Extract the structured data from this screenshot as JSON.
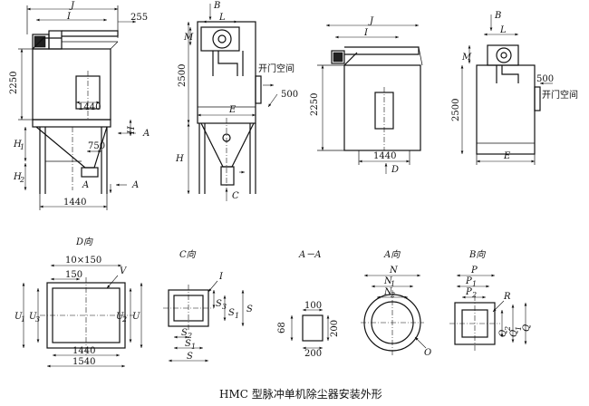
{
  "caption": "HMC 型脉冲单机除尘器安装外形",
  "door_space": "开门空间",
  "view1": {
    "J": "J",
    "I": "I",
    "d255": "255",
    "d2250": "2250",
    "d1440a": "1440",
    "H1": "H",
    "H1s": "1",
    "H2": "H",
    "H2s": "2",
    "H3": "H",
    "H3s": "3",
    "d750": "750",
    "d1440b": "1440",
    "A": "A",
    "A2": "A",
    "A3": "A"
  },
  "view2": {
    "B": "B",
    "L": "L",
    "M": "M",
    "d2500": "2500",
    "d500": "500",
    "E": "E",
    "H": "H",
    "C": "C"
  },
  "view3": {
    "J": "J",
    "I": "I",
    "d2250": "2250",
    "d1440": "1440",
    "D": "D"
  },
  "view4": {
    "B": "B",
    "L": "L",
    "M": "M",
    "d2500": "2500",
    "d500": "500",
    "E": "E"
  },
  "detailD": {
    "title": "D向",
    "d10x150": "10×150",
    "d150": "150",
    "V": "V",
    "U1": "U",
    "U1s": "1",
    "U3": "U",
    "U3s": "3",
    "U2": "U",
    "U2s": "2",
    "U": "U",
    "d1440": "1440",
    "d1540": "1540"
  },
  "detailC": {
    "title": "C向",
    "I": "I",
    "S3": "S",
    "S3s": "3",
    "S1v": "S",
    "S1vs": "1",
    "S": "S",
    "S2": "S",
    "S2s": "2",
    "S1": "S",
    "S1s": "1",
    "Sb": "S"
  },
  "detailAA": {
    "title": "A－A",
    "d100": "100",
    "d68": "68",
    "d200v": "200",
    "d200": "200"
  },
  "detailA": {
    "title": "A向",
    "N": "N",
    "N1": "N",
    "N1s": "1",
    "N2": "N",
    "N2s": "2",
    "O": "O"
  },
  "detailB": {
    "title": "B向",
    "P": "P",
    "P1": "P",
    "P1s": "1",
    "P2": "P",
    "P2s": "2",
    "R": "R",
    "Q2": "Q",
    "Q2s": "2",
    "Q1": "Q",
    "Q1s": "1",
    "Q": "Q"
  }
}
